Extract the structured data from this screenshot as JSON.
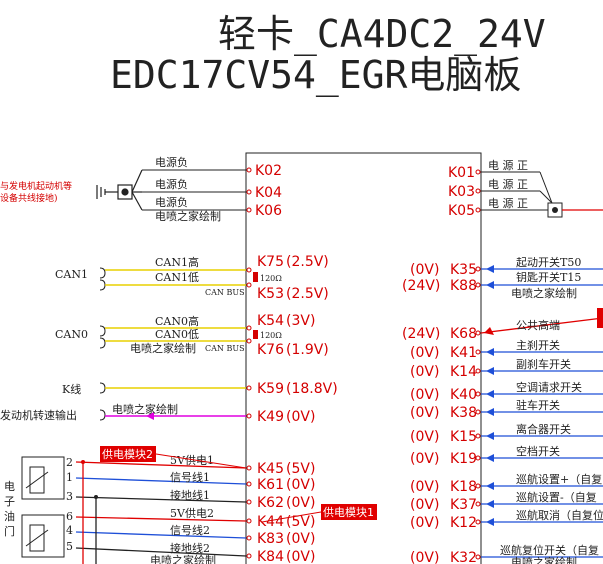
{
  "title": {
    "line1": "轻卡_CA4DC2_24V",
    "line2": "EDC17CV54_EGR电脑板"
  },
  "colors": {
    "pin_red": "#d40000",
    "wire_yellow": "#e8d000",
    "wire_blue": "#1e4fd8",
    "wire_magenta": "#e000e0",
    "wire_red": "#e00000",
    "badge_red": "#e00000"
  },
  "left_labels": {
    "ground_note_1": "与发电机起动机等",
    "ground_note_2": "设备共线接地)",
    "can1": "CAN1",
    "can0": "CAN0",
    "kline": "K线",
    "engine_speed": "发动机转速输出",
    "pedal_1": "电",
    "pedal_2": "子",
    "pedal_3": "油",
    "pedal_4": "门"
  },
  "left_wires": [
    {
      "label": "电源负",
      "pin": "K02",
      "value": ""
    },
    {
      "label": "电源负",
      "pin": "K04",
      "value": ""
    },
    {
      "label": "电源负",
      "pin": "K06",
      "value": ""
    },
    {
      "label": "CAN1高",
      "pin": "K75",
      "value": "(2.5V)"
    },
    {
      "label": "CAN1低",
      "pin": "K53",
      "value": "(2.5V)"
    },
    {
      "label": "CAN0高",
      "pin": "K54",
      "value": "(3V)"
    },
    {
      "label": "CAN0低",
      "pin": "K76",
      "value": "(1.9V)"
    },
    {
      "label": "",
      "pin": "K59",
      "value": "(18.8V)"
    },
    {
      "label": "",
      "pin": "K49",
      "value": "(0V)"
    },
    {
      "label": "5V供电1",
      "pin": "K45",
      "value": "(5V)"
    },
    {
      "label": "信号线1",
      "pin": "K61",
      "value": "(0V)"
    },
    {
      "label": "接地线1",
      "pin": "K62",
      "value": "(0V)"
    },
    {
      "label": "5V供电2",
      "pin": "K44",
      "value": "(5V)"
    },
    {
      "label": "信号线2",
      "pin": "K83",
      "value": "(0V)"
    },
    {
      "label": "接地线2",
      "pin": "K84",
      "value": "(0V)"
    }
  ],
  "watermark": "电喷之家绘制",
  "can_bus": "CAN BUS",
  "resistor": "120Ω",
  "connector_nums": [
    "2",
    "1",
    "3",
    "6",
    "4",
    "5"
  ],
  "badges": {
    "module2": "供电模块2",
    "module1": "供电模块1"
  },
  "right_wires": [
    {
      "label": "电 源 正",
      "pin": "K01",
      "value": ""
    },
    {
      "label": "电 源 正",
      "pin": "K03",
      "value": ""
    },
    {
      "label": "电 源 正",
      "pin": "K05",
      "value": ""
    },
    {
      "label": "起动开关T50",
      "pin": "K35",
      "value": "(0V)"
    },
    {
      "label": "钥匙开关T15",
      "pin": "K88",
      "value": "(24V)"
    },
    {
      "label": "公共高端",
      "pin": "K68",
      "value": "(24V)"
    },
    {
      "label": "主刹开关",
      "pin": "K41",
      "value": "(0V)"
    },
    {
      "label": "副刹车开关",
      "pin": "K14",
      "value": "(0V)"
    },
    {
      "label": "空调请求开关",
      "pin": "K40",
      "value": "(0V)"
    },
    {
      "label": "驻车开关",
      "pin": "K38",
      "value": "(0V)"
    },
    {
      "label": "离合器开关",
      "pin": "K15",
      "value": "(0V)"
    },
    {
      "label": "空档开关",
      "pin": "K19",
      "value": "(0V)"
    },
    {
      "label": "巡航设置+（自复",
      "pin": "K18",
      "value": "(0V)"
    },
    {
      "label": "巡航设置-（自复",
      "pin": "K37",
      "value": "(0V)"
    },
    {
      "label": "巡航取消（自复位",
      "pin": "K12",
      "value": "(0V)"
    },
    {
      "label": "巡航复位开关（自复",
      "pin": "K32",
      "value": "(0V)"
    }
  ]
}
